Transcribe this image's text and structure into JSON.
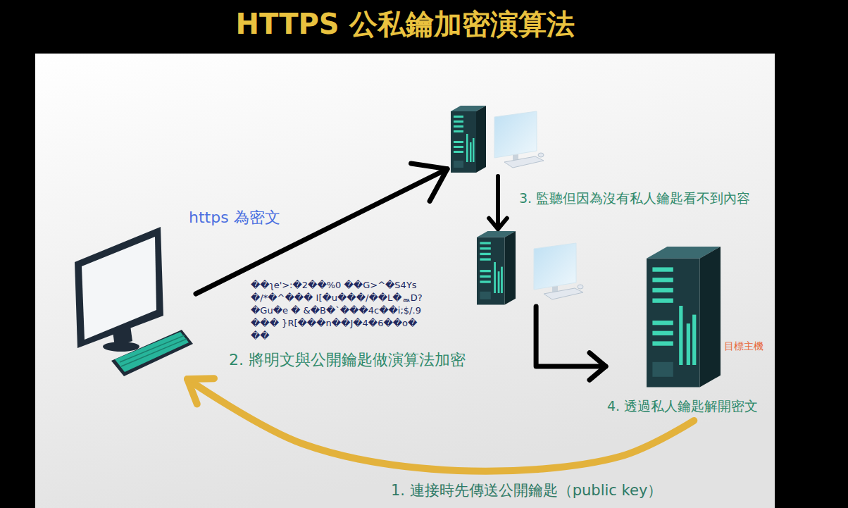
{
  "diagram": {
    "title": "HTTPS 公私鑰加密演算法",
    "nodes": [
      {
        "text": []
      },
      {
        "text": []
      },
      {
        "text": []
      },
      {
        "text": [
          "目標主機",
          "4. 透過私人鑰匙解開密文"
        ]
      }
    ],
    "edges": [
      {
        "from": 0,
        "to": 1,
        "arrow": "to",
        "label": "https 為密文"
      },
      {
        "from": 1,
        "to": 2,
        "arrow": "to",
        "label": "3. 監聽但因為沒有私人鑰匙看不到內容"
      },
      {
        "from": 2,
        "to": 3,
        "arrow": "to"
      },
      {
        "from": 3,
        "to": 0,
        "arrow": "to",
        "label": "1. 連接時先傳送公開鑰匙（public key）"
      }
    ],
    "labels": [
      "��ʅe'>:�2��%0 ��G>^�S4Ys�/*�^��� I[�u���/��L�ᇓD?�Gu�e � &�B�`���4c��i;$/.9��� }R[���n��J�4�6��o���",
      "2. 將明文與公開鑰匙做演算法加密"
    ]
  }
}
